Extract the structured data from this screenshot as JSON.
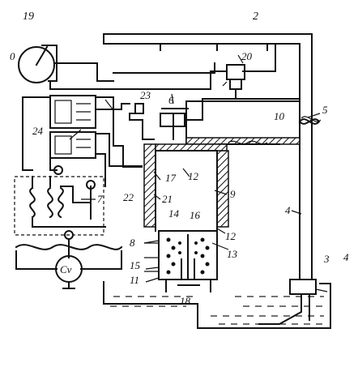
{
  "labels": {
    "l19": "19",
    "l0": "0",
    "l2": "2",
    "l20": "20",
    "l23": "23",
    "l6": "6",
    "l10": "10",
    "l5": "5",
    "l24": "24",
    "l17": "17",
    "l12a": "12",
    "l22": "22",
    "l21": "21",
    "l9": "9",
    "l7": "7",
    "l4a": "4",
    "l14": "14",
    "l16": "16",
    "l12b": "12",
    "l8": "8",
    "l13": "13",
    "l15": "15",
    "l11": "11",
    "l18": "18",
    "l3": "3",
    "l4b": "4",
    "gen": "Cv"
  }
}
